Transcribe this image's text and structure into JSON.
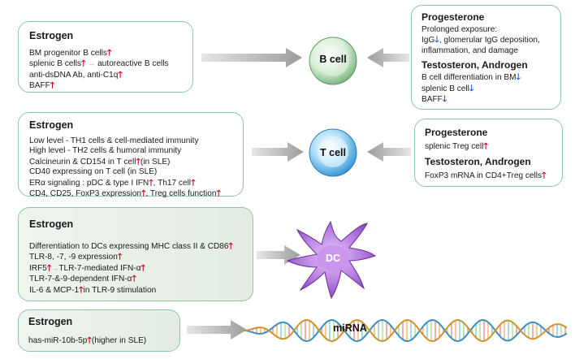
{
  "b_left": {
    "title": "Estrogen",
    "l1": "BM progenitor B cells",
    "l2a": "splenic B cells",
    "l2b": "autoreactive B cells",
    "l3": "anti-dsDNA Ab, anti-C1q",
    "l4": "BAFF"
  },
  "b_right": {
    "title1": "Progesterone",
    "l1": "Prolonged exposure:",
    "l2a": "IgG",
    "l2b": ", glomerular IgG deposition,",
    "l3": "inflammation, and damage",
    "title2": "Testosteron, Androgen",
    "l4": "B cell differentiation in BM",
    "l5": "splenic B cell",
    "l6": "BAFF"
  },
  "b_cell_label": "B cell",
  "t_left": {
    "title": "Estrogen",
    "l1": "Low level - TH1 cells & cell-mediated immunity",
    "l2": "High level - TH2 cells & humoral immunity",
    "l3a": "Calcineurin & CD154 in T cell",
    "l3b": "(in SLE)",
    "l4": "CD40 expressing on T cell (in SLE)",
    "l5a": "ERα signaling :  pDC & type I IFN",
    "l5b": ", Th17 cell",
    "l6a": "CD4, CD25, FoxP3 expression",
    "l6b": ", Treg cells function"
  },
  "t_right": {
    "title1": "Progesterone",
    "l1": "splenic Treg cell",
    "title2": "Testosteron, Androgen",
    "l2": "FoxP3 mRNA in CD4+Treg cells"
  },
  "t_cell_label": "T cell",
  "dc_box": {
    "title": "Estrogen",
    "l1": "Differentiation to DCs expressing MHC class II & CD86",
    "l2": "TLR-8, -7, -9 expression",
    "l3a": "IRF5",
    "l3b": "TLR-7-mediated IFN-α",
    "l4": "TLR-7-&-9-dependent IFN-α",
    "l5a": "IL-6 & MCP-1",
    "l5b": "in TLR-9 stimulation"
  },
  "dc_label": "DC",
  "mirna_box": {
    "title": "Estrogen",
    "l1a": "has-miR-10b-5p",
    "l1b": "(higher in SLE)"
  },
  "mirna_label": "miRNA",
  "glyphs": {
    "up": "🡑",
    "down": "🡓",
    "right": "→"
  },
  "colors": {
    "border": "#8fc7a4",
    "up_arrow": "#d0021b",
    "down_arrow": "#2a62c9",
    "b_cell": "#cfe9cc",
    "t_cell": "#8cc8ee",
    "dc": "#b57be0",
    "dna_a": "#e8a53a",
    "dna_b": "#6db3d8"
  }
}
